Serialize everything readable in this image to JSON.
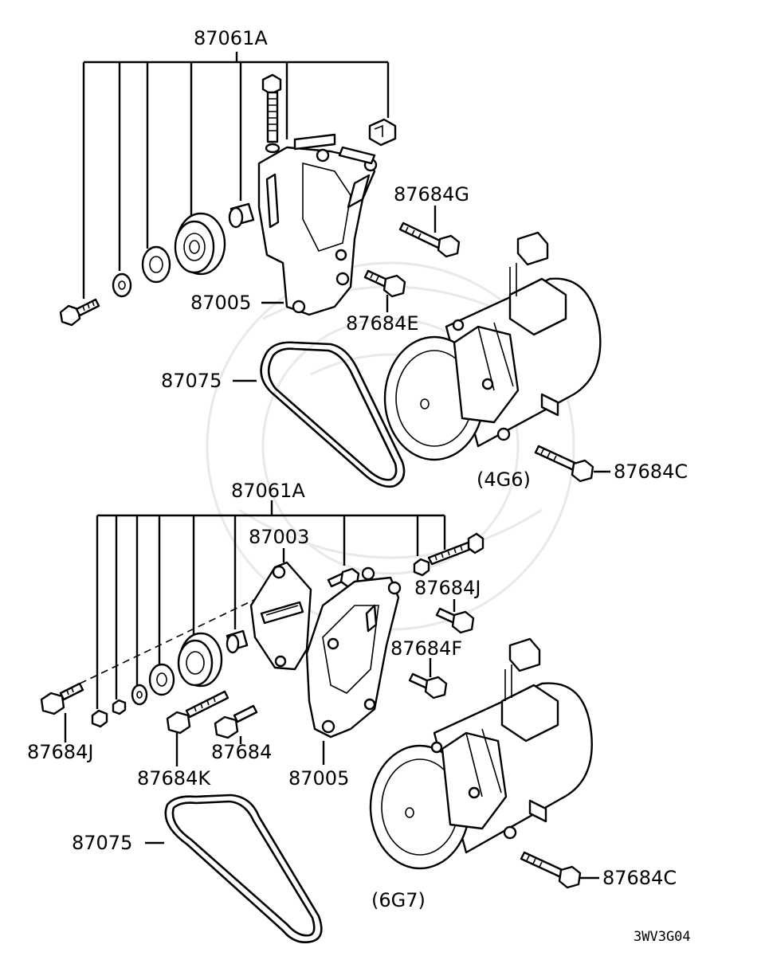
{
  "labels": {
    "top_kit": "87061A",
    "top_bracket": "87005",
    "top_bolt_g": "87684G",
    "top_bolt_e": "87684E",
    "top_belt": "87075",
    "top_bolt_c": "87684C",
    "top_engine": "(4G6)",
    "bottom_kit": "87061A",
    "bottom_plate": "87003",
    "bottom_bolt_j_right": "87684J",
    "bottom_bolt_f": "87684F",
    "bottom_bolt_j_left": "87684J",
    "bottom_bolt_k": "87684K",
    "bottom_bolt": "87684",
    "bottom_bracket": "87005",
    "bottom_belt": "87075",
    "bottom_bolt_c": "87684C",
    "bottom_engine": "(6G7)",
    "diagram_code": "3WV3G04"
  }
}
